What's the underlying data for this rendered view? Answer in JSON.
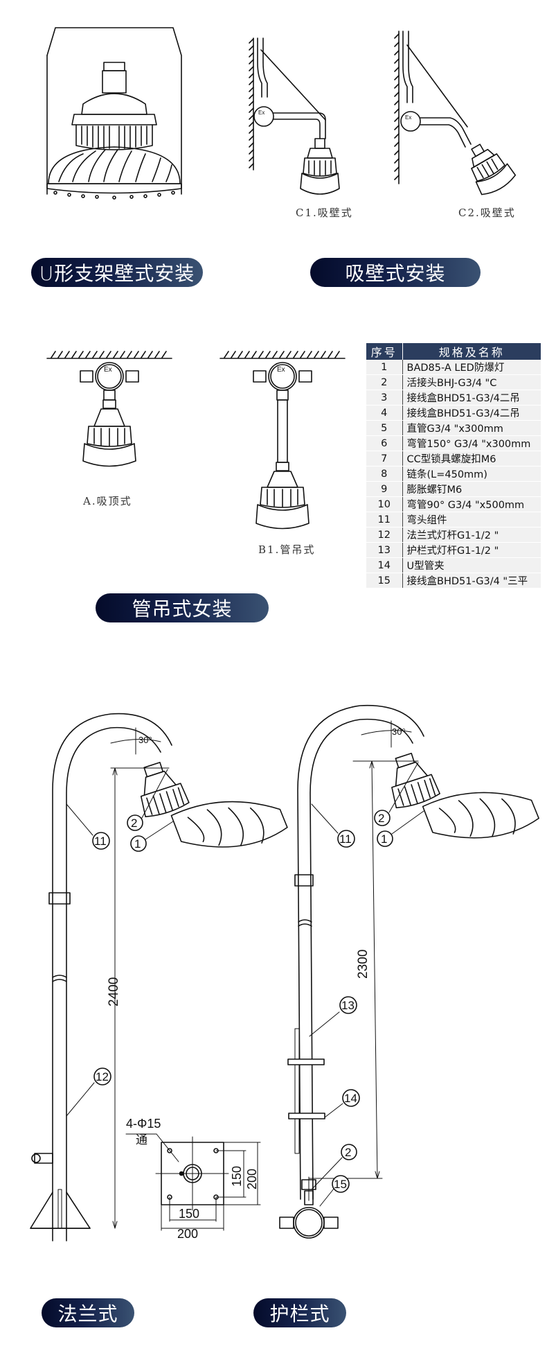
{
  "panels": {
    "u_bracket": {
      "label": "U形支架壁式安装"
    },
    "wall": {
      "label": "吸壁式安装",
      "captions": [
        "C1.吸壁式",
        "C2.吸壁式"
      ]
    },
    "pipe": {
      "label": "管吊式女装",
      "captions": [
        "A.吸顶式",
        "B1.管吊式"
      ]
    },
    "flange": {
      "label": "法兰式"
    },
    "guardrail": {
      "label": "护栏式"
    }
  },
  "parts_table": {
    "header": [
      "序号",
      "规格及名称"
    ],
    "rows": [
      [
        "1",
        "BAD85-A  LED防爆灯"
      ],
      [
        "2",
        "活接头BHJ-G3/4 \"C"
      ],
      [
        "3",
        "接线盒BHD51-G3/4二吊"
      ],
      [
        "4",
        "接线盒BHD51-G3/4二吊"
      ],
      [
        "5",
        "直管G3/4 \"x300mm"
      ],
      [
        "6",
        "弯管150° G3/4 \"x300mm"
      ],
      [
        "7",
        "CC型锁具螺旋扣M6"
      ],
      [
        "8",
        "链条(L=450mm)"
      ],
      [
        "9",
        "膨胀螺钉M6"
      ],
      [
        "10",
        "弯管90° G3/4 \"x500mm"
      ],
      [
        "11",
        "弯头组件"
      ],
      [
        "12",
        "法兰式灯杆G1-1/2 \""
      ],
      [
        "13",
        "护栏式灯杆G1-1/2 \""
      ],
      [
        "14",
        "U型管夹"
      ],
      [
        "15",
        "接线盒BHD51-G3/4 \"三平"
      ]
    ]
  },
  "junction_box_mark": "Ex",
  "drawing_flange": {
    "angle": "30°",
    "height": "2400",
    "callouts": [
      "2",
      "1",
      "11",
      "12"
    ],
    "base_plate": {
      "holes": "4-Φ15",
      "hole_note": "通",
      "inner": "150",
      "outer": "200"
    }
  },
  "drawing_guardrail": {
    "angle": "30°",
    "height": "2300",
    "callouts": [
      "2",
      "1",
      "11",
      "13",
      "14",
      "2",
      "15"
    ]
  }
}
